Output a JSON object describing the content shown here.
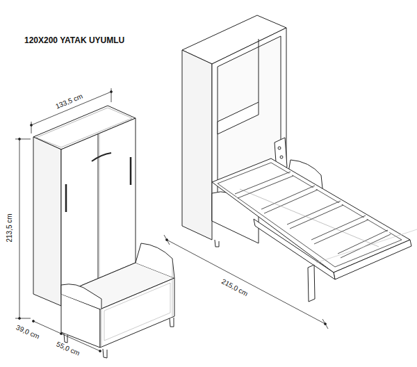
{
  "diagram": {
    "title": "120X200 YATAK UYUMLU",
    "labels": [
      "133,5 cm",
      "213,5 cm",
      "39,0 cm",
      "55,0 cm",
      "215,0 cm"
    ]
  }
}
